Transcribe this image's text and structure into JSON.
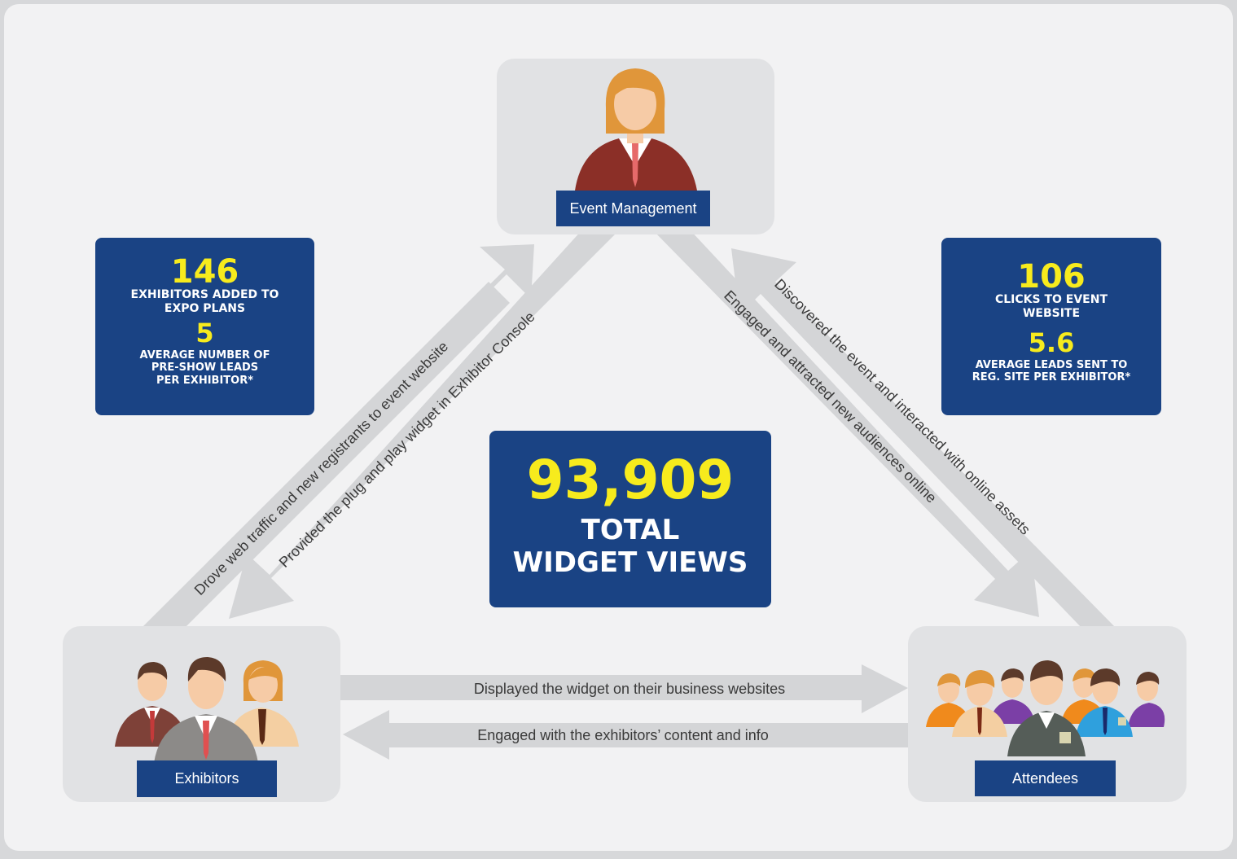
{
  "nodes": {
    "event_management": "Event Management",
    "exhibitors": "Exhibitors",
    "attendees": "Attendees"
  },
  "flows": {
    "exhibitors_to_event": "Drove web traffic and new registrants to event website",
    "event_to_exhibitors": "Provided the plug and play widget in Exhibitor Console",
    "event_to_attendees": "Engaged and attracted new audiences online",
    "attendees_to_event": "Discovered the event and interacted with online assets",
    "exhibitors_to_attendees": "Displayed the widget on their business websites",
    "attendees_to_exhibitors": "Engaged with the exhibitors’ content and info"
  },
  "left_stats": {
    "value1": "146",
    "caption1_line1": "EXHIBITORS ADDED TO",
    "caption1_line2": "EXPO PLANS",
    "value2": "5",
    "caption2_line1": "AVERAGE NUMBER OF",
    "caption2_line2": "PRE-SHOW LEADS",
    "caption2_line3": "PER EXHIBITOR*"
  },
  "right_stats": {
    "value1": "106",
    "caption1_line1": "CLICKS TO EVENT",
    "caption1_line2": "WEBSITE",
    "value2": "5.6",
    "caption2_line1": "AVERAGE LEADS SENT TO",
    "caption2_line2": "REG. SITE PER EXHIBITOR*"
  },
  "center_stat": {
    "value": "93,909",
    "caption_line1": "TOTAL",
    "caption_line2": "WIDGET VIEWS"
  },
  "colors": {
    "navy": "#1a4384",
    "yellow": "#f7eb1d",
    "node_bg": "#e1e2e4",
    "arrow": "#d4d5d7"
  }
}
